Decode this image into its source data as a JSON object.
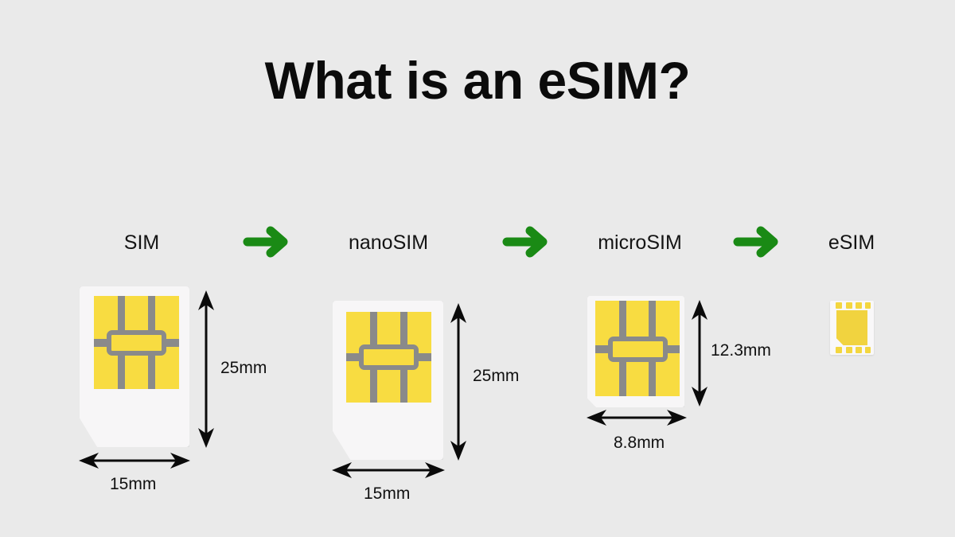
{
  "page": {
    "title": "What is an eSIM?",
    "background_color": "#eaeaea",
    "accent_green": "#1a8a15",
    "chip_yellow": "#f8dc41",
    "chip_gray": "#8a8a8a",
    "card_white": "#f7f6f7"
  },
  "flow": {
    "arrow_icon": "arrow-right-icon",
    "arrows": [
      {
        "name": "arrow-sim-to-nanosim"
      },
      {
        "name": "arrow-nanosim-to-microsim"
      },
      {
        "name": "arrow-microsim-to-esim"
      }
    ]
  },
  "cards": [
    {
      "id": "sim",
      "label": "SIM",
      "height_label": "25mm",
      "width_label": "15mm",
      "type": "full-size-card"
    },
    {
      "id": "nanosim",
      "label": "nanoSIM",
      "height_label": "25mm",
      "width_label": "15mm",
      "type": "full-size-card"
    },
    {
      "id": "microsim",
      "label": "microSIM",
      "height_label": "12.3mm",
      "width_label": "8.8mm",
      "type": "small-card"
    },
    {
      "id": "esim",
      "label": "eSIM",
      "height_label": "",
      "width_label": "",
      "type": "embedded-chip"
    }
  ]
}
